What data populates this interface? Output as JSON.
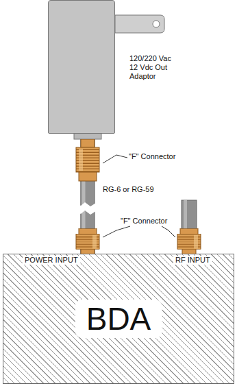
{
  "diagram": {
    "nodes": [
      {
        "text": [
          "120/220 Vac 12 Vdc Out Adaptor"
        ]
      },
      {
        "text": [
          "POWER INPUT",
          "RF INPUT",
          "BDA"
        ]
      }
    ],
    "edges": [
      {
        "from": 0,
        "to": 1,
        "arrow": "none"
      }
    ],
    "labels": [
      "\"F\" Connector",
      "RG-6 or RG-59",
      "\"F\" Connector"
    ]
  }
}
